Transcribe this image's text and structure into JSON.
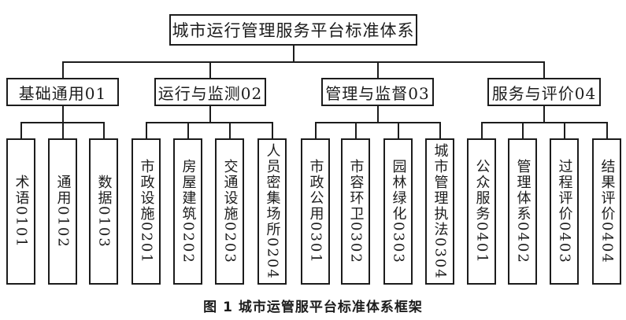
{
  "diagram": {
    "root": "城市运行管理服务平台标准体系",
    "branches": [
      {
        "label": "基础通用01",
        "children": [
          "术语0101",
          "通用0102",
          "数据0103"
        ]
      },
      {
        "label": "运行与监测02",
        "children": [
          "市政设施0201",
          "房屋建筑0202",
          "交通设施0203",
          "人员密集场所0204"
        ]
      },
      {
        "label": "管理与监督03",
        "children": [
          "市政公用0301",
          "市容环卫0302",
          "园林绿化0303",
          "城市管理执法0304"
        ]
      },
      {
        "label": "服务与评价04",
        "children": [
          "公众服务0401",
          "管理体系0402",
          "过程评价0403",
          "结果评价0404"
        ]
      }
    ],
    "caption": "图 1 城市运管服平台标准体系框架"
  },
  "colors": {
    "line": "#1c1c1c",
    "background": "#ffffff",
    "text": "#1c1c1c"
  }
}
